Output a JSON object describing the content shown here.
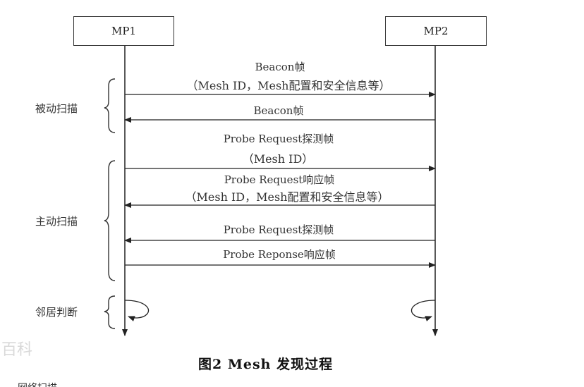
{
  "nodes": {
    "left": "MP1",
    "right": "MP2"
  },
  "phases": {
    "passive": "被动扫描",
    "active": "主动扫描",
    "neighbor": "邻居判断"
  },
  "messages": [
    {
      "line1": "Beacon帧",
      "line2": "（Mesh ID，Mesh配置和安全信息等）",
      "direction": "right"
    },
    {
      "line1": "Beacon帧",
      "line2": "",
      "direction": "left"
    },
    {
      "line1": "Probe Request探测帧",
      "line2": "（Mesh ID）",
      "direction": "right"
    },
    {
      "line1": "Probe Request响应帧",
      "line2": "（Mesh ID，Mesh配置和安全信息等）",
      "direction": "left"
    },
    {
      "line1": "Probe Request探测帧",
      "line2": "",
      "direction": "left"
    },
    {
      "line1": "Probe Reponse响应帧",
      "line2": "",
      "direction": "right"
    }
  ],
  "caption": "图2 Mesh 发现过程",
  "watermark": "百科",
  "bottom_cut_text": "网络扫描"
}
